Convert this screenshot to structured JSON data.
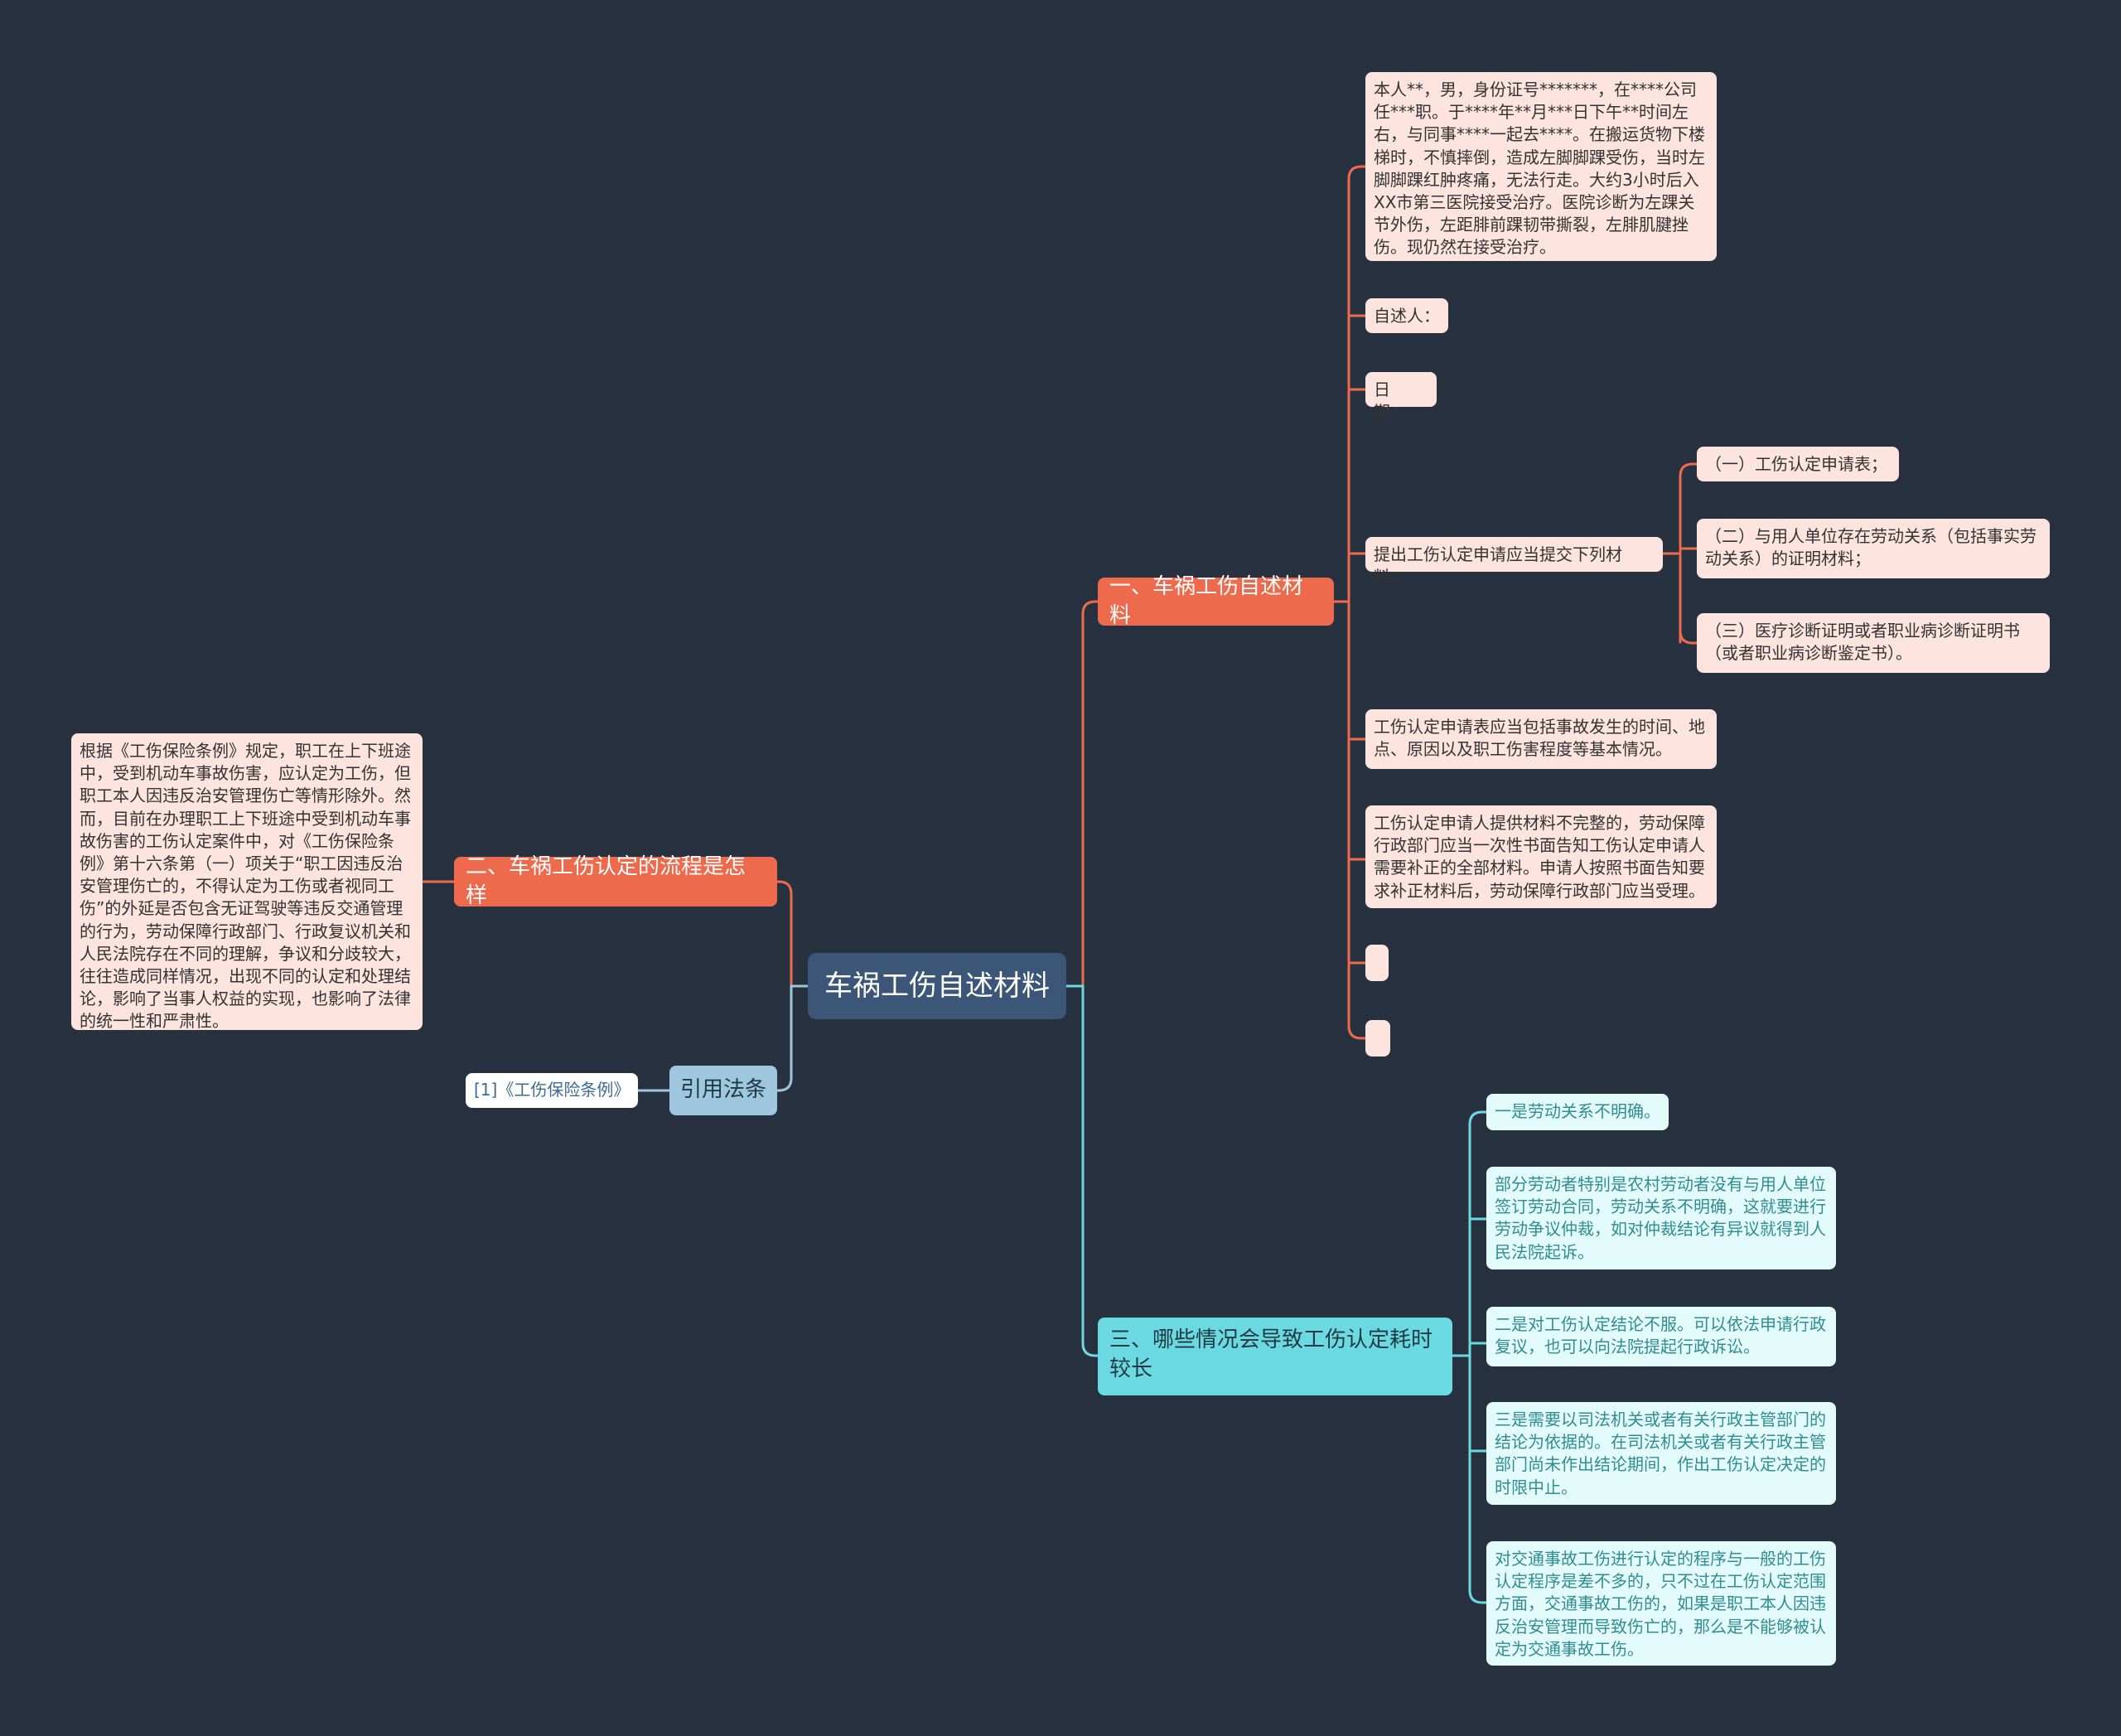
{
  "root": {
    "title": "车祸工伤自述材料"
  },
  "branch1": {
    "title": "一、车祸工伤自述材料",
    "statement": "本人**，男，身份证号*******，在****公司任***职。于****年**月***日下午**时间左右，与同事****一起去****。在搬运货物下楼梯时，不慎摔倒，造成左脚脚踝受伤，当时左脚脚踝红肿疼痛，无法行走。大约3小时后入XX市第三医院接受治疗。医院诊断为左踝关节外伤，左距腓前踝韧带撕裂，左腓肌腱挫伤。现仍然在接受治疗。",
    "narrator": "自述人：",
    "date": "日 期：",
    "materials": {
      "title": "提出工伤认定申请应当提交下列材料：",
      "items": [
        "（一）工伤认定申请表；",
        "（二）与用人单位存在劳动关系（包括事实劳动关系）的证明材料；",
        "（三）医疗诊断证明或者职业病诊断证明书（或者职业病诊断鉴定书）。"
      ]
    },
    "form_note": "工伤认定申请表应当包括事故发生的时间、地点、原因以及职工伤害程度等基本情况。",
    "supplement_note": "工伤认定申请人提供材料不完整的，劳动保障行政部门应当一次性书面告知工伤认定申请人需要补正的全部材料。申请人按照书面告知要求补正材料后，劳动保障行政部门应当受理。"
  },
  "branch2": {
    "title": "二、车祸工伤认定的流程是怎样",
    "detail": "根据《工伤保险条例》规定，职工在上下班途中，受到机动车事故伤害，应认定为工伤，但职工本人因违反治安管理伤亡等情形除外。然而，目前在办理职工上下班途中受到机动车事故伤害的工伤认定案件中，对《工伤保险条例》第十六条第（一）项关于“职工因违反治安管理伤亡的，不得认定为工伤或者视同工伤”的外延是否包含无证驾驶等违反交通管理的行为，劳动保障行政部门、行政复议机关和人民法院存在不同的理解，争议和分歧较大，往往造成同样情况，出现不同的认定和处理结论，影响了当事人权益的实现，也影响了法律的统一性和严肃性。"
  },
  "branch3": {
    "title": "三、哪些情况会导致工伤认定耗时较长",
    "items": [
      "一是劳动关系不明确。",
      "部分劳动者特别是农村劳动者没有与用人单位签订劳动合同，劳动关系不明确，这就要进行劳动争议仲裁，如对仲裁结论有异议就得到人民法院起诉。",
      "二是对工伤认定结论不服。可以依法申请行政复议，也可以向法院提起行政诉讼。",
      "三是需要以司法机关或者有关行政主管部门的结论为依据的。在司法机关或者有关行政主管部门尚未作出结论期间，作出工伤认定决定的时限中止。",
      "对交通事故工伤进行认定的程序与一般的工伤认定程序是差不多的，只不过在工伤认定范围方面，交通事故工伤的，如果是职工本人因违反治安管理而导致伤亡的，那么是不能够被认定为交通事故工伤。"
    ]
  },
  "references": {
    "title": "引用法条",
    "items": [
      "[1]《工伤保险条例》"
    ]
  },
  "colors": {
    "background": "#283140",
    "root": "#3b5677",
    "branch_red": "#ee6a4d",
    "branch_cyan": "#6ad9e1",
    "branch_blue": "#9fc6df",
    "leaf_red": "#fde4de",
    "leaf_cyan": "#e4fbfb"
  }
}
